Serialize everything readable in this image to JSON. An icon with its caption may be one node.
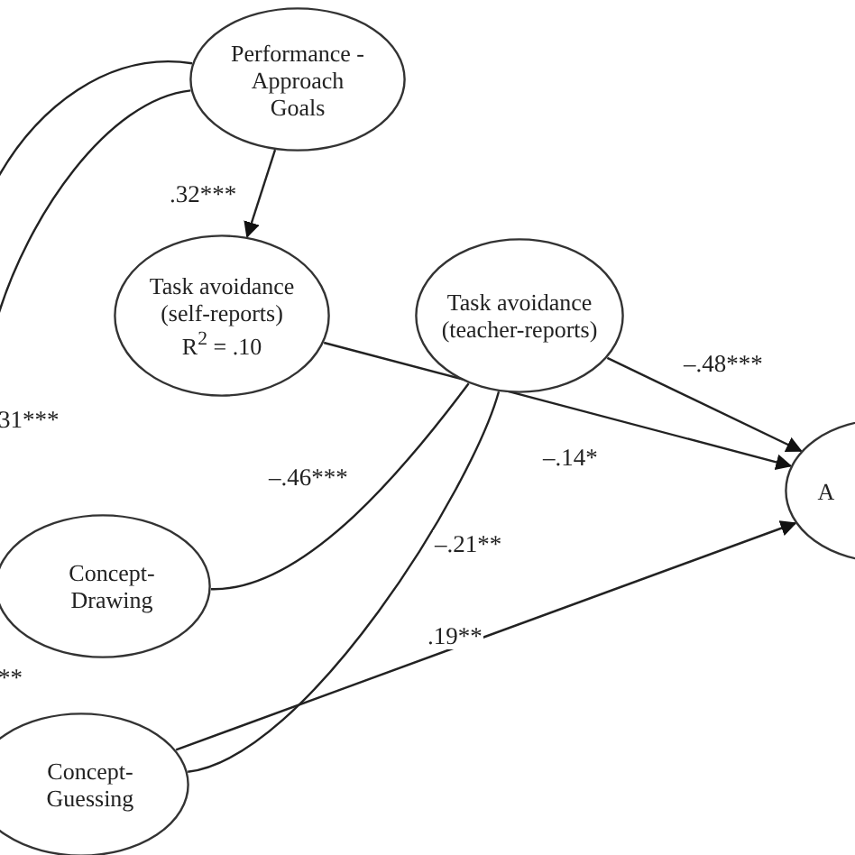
{
  "diagram": {
    "nodes": [
      {
        "text": [
          "Performance - Approach Goals"
        ]
      },
      {
        "text": [
          "Task avoidance (self-reports) R$^{2}$ = .10"
        ]
      },
      {
        "text": [
          "Task avoidance (teacher-reports)"
        ]
      },
      {
        "text": [
          "Concept-Drawing"
        ]
      },
      {
        "text": [
          "Concept-Guessing"
        ]
      },
      {
        "text": [
          "A"
        ]
      }
    ],
    "edges": [
      {
        "from": 0,
        "to": 1,
        "arrow": "to",
        "label": ".32***"
      },
      {
        "from": 1,
        "to": 5,
        "arrow": "to",
        "label": "–.14*"
      },
      {
        "from": 2,
        "to": 5,
        "arrow": "to",
        "label": "–.48***"
      },
      {
        "from": 4,
        "to": 5,
        "arrow": "to",
        "label": ".19**"
      },
      {
        "from": 2,
        "to": 3,
        "arrow": "none",
        "label": "–.46***"
      },
      {
        "from": 2,
        "to": 4,
        "arrow": "none",
        "label": "–.21**"
      },
      {
        "from": 0,
        "to": null,
        "arrow": "none"
      },
      {
        "from": 0,
        "to": null,
        "arrow": "none"
      }
    ],
    "labels": [
      "31***",
      "**"
    ]
  }
}
